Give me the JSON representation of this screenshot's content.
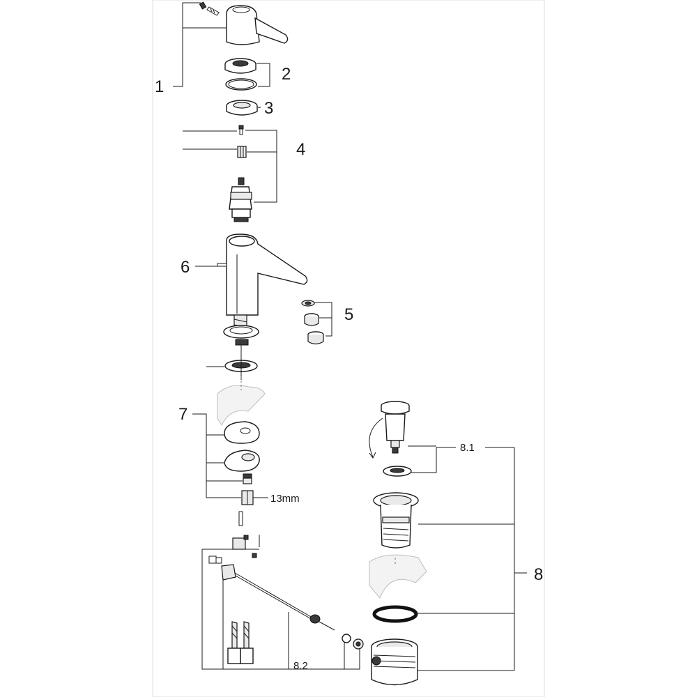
{
  "labels": {
    "part_1": "1",
    "part_2": "2",
    "part_3": "3",
    "part_4": "4",
    "part_5": "5",
    "part_6": "6",
    "part_7": "7",
    "part_8": "8",
    "part_8_1": "8.1",
    "part_8_2": "8.2",
    "wrench_size": "13mm"
  }
}
